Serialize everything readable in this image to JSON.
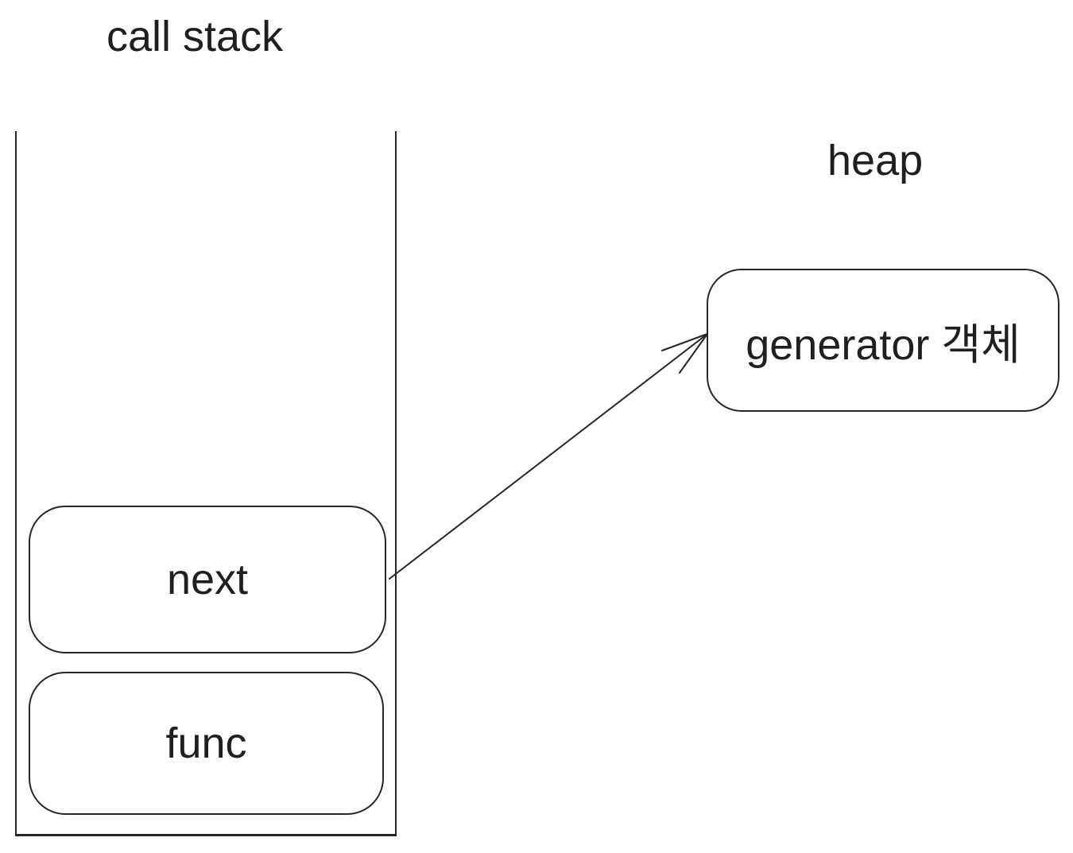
{
  "colors": {
    "background": "#ffffff",
    "ink": "#1f1f1f",
    "line": "#262626"
  },
  "call_stack": {
    "title": "call stack",
    "frames": [
      {
        "label": "next"
      },
      {
        "label": "func"
      }
    ]
  },
  "heap": {
    "title": "heap",
    "objects": [
      {
        "label": "generator 객체"
      }
    ]
  },
  "arrow": {
    "name": "arrow-from-next-frame-to-generator-object"
  }
}
